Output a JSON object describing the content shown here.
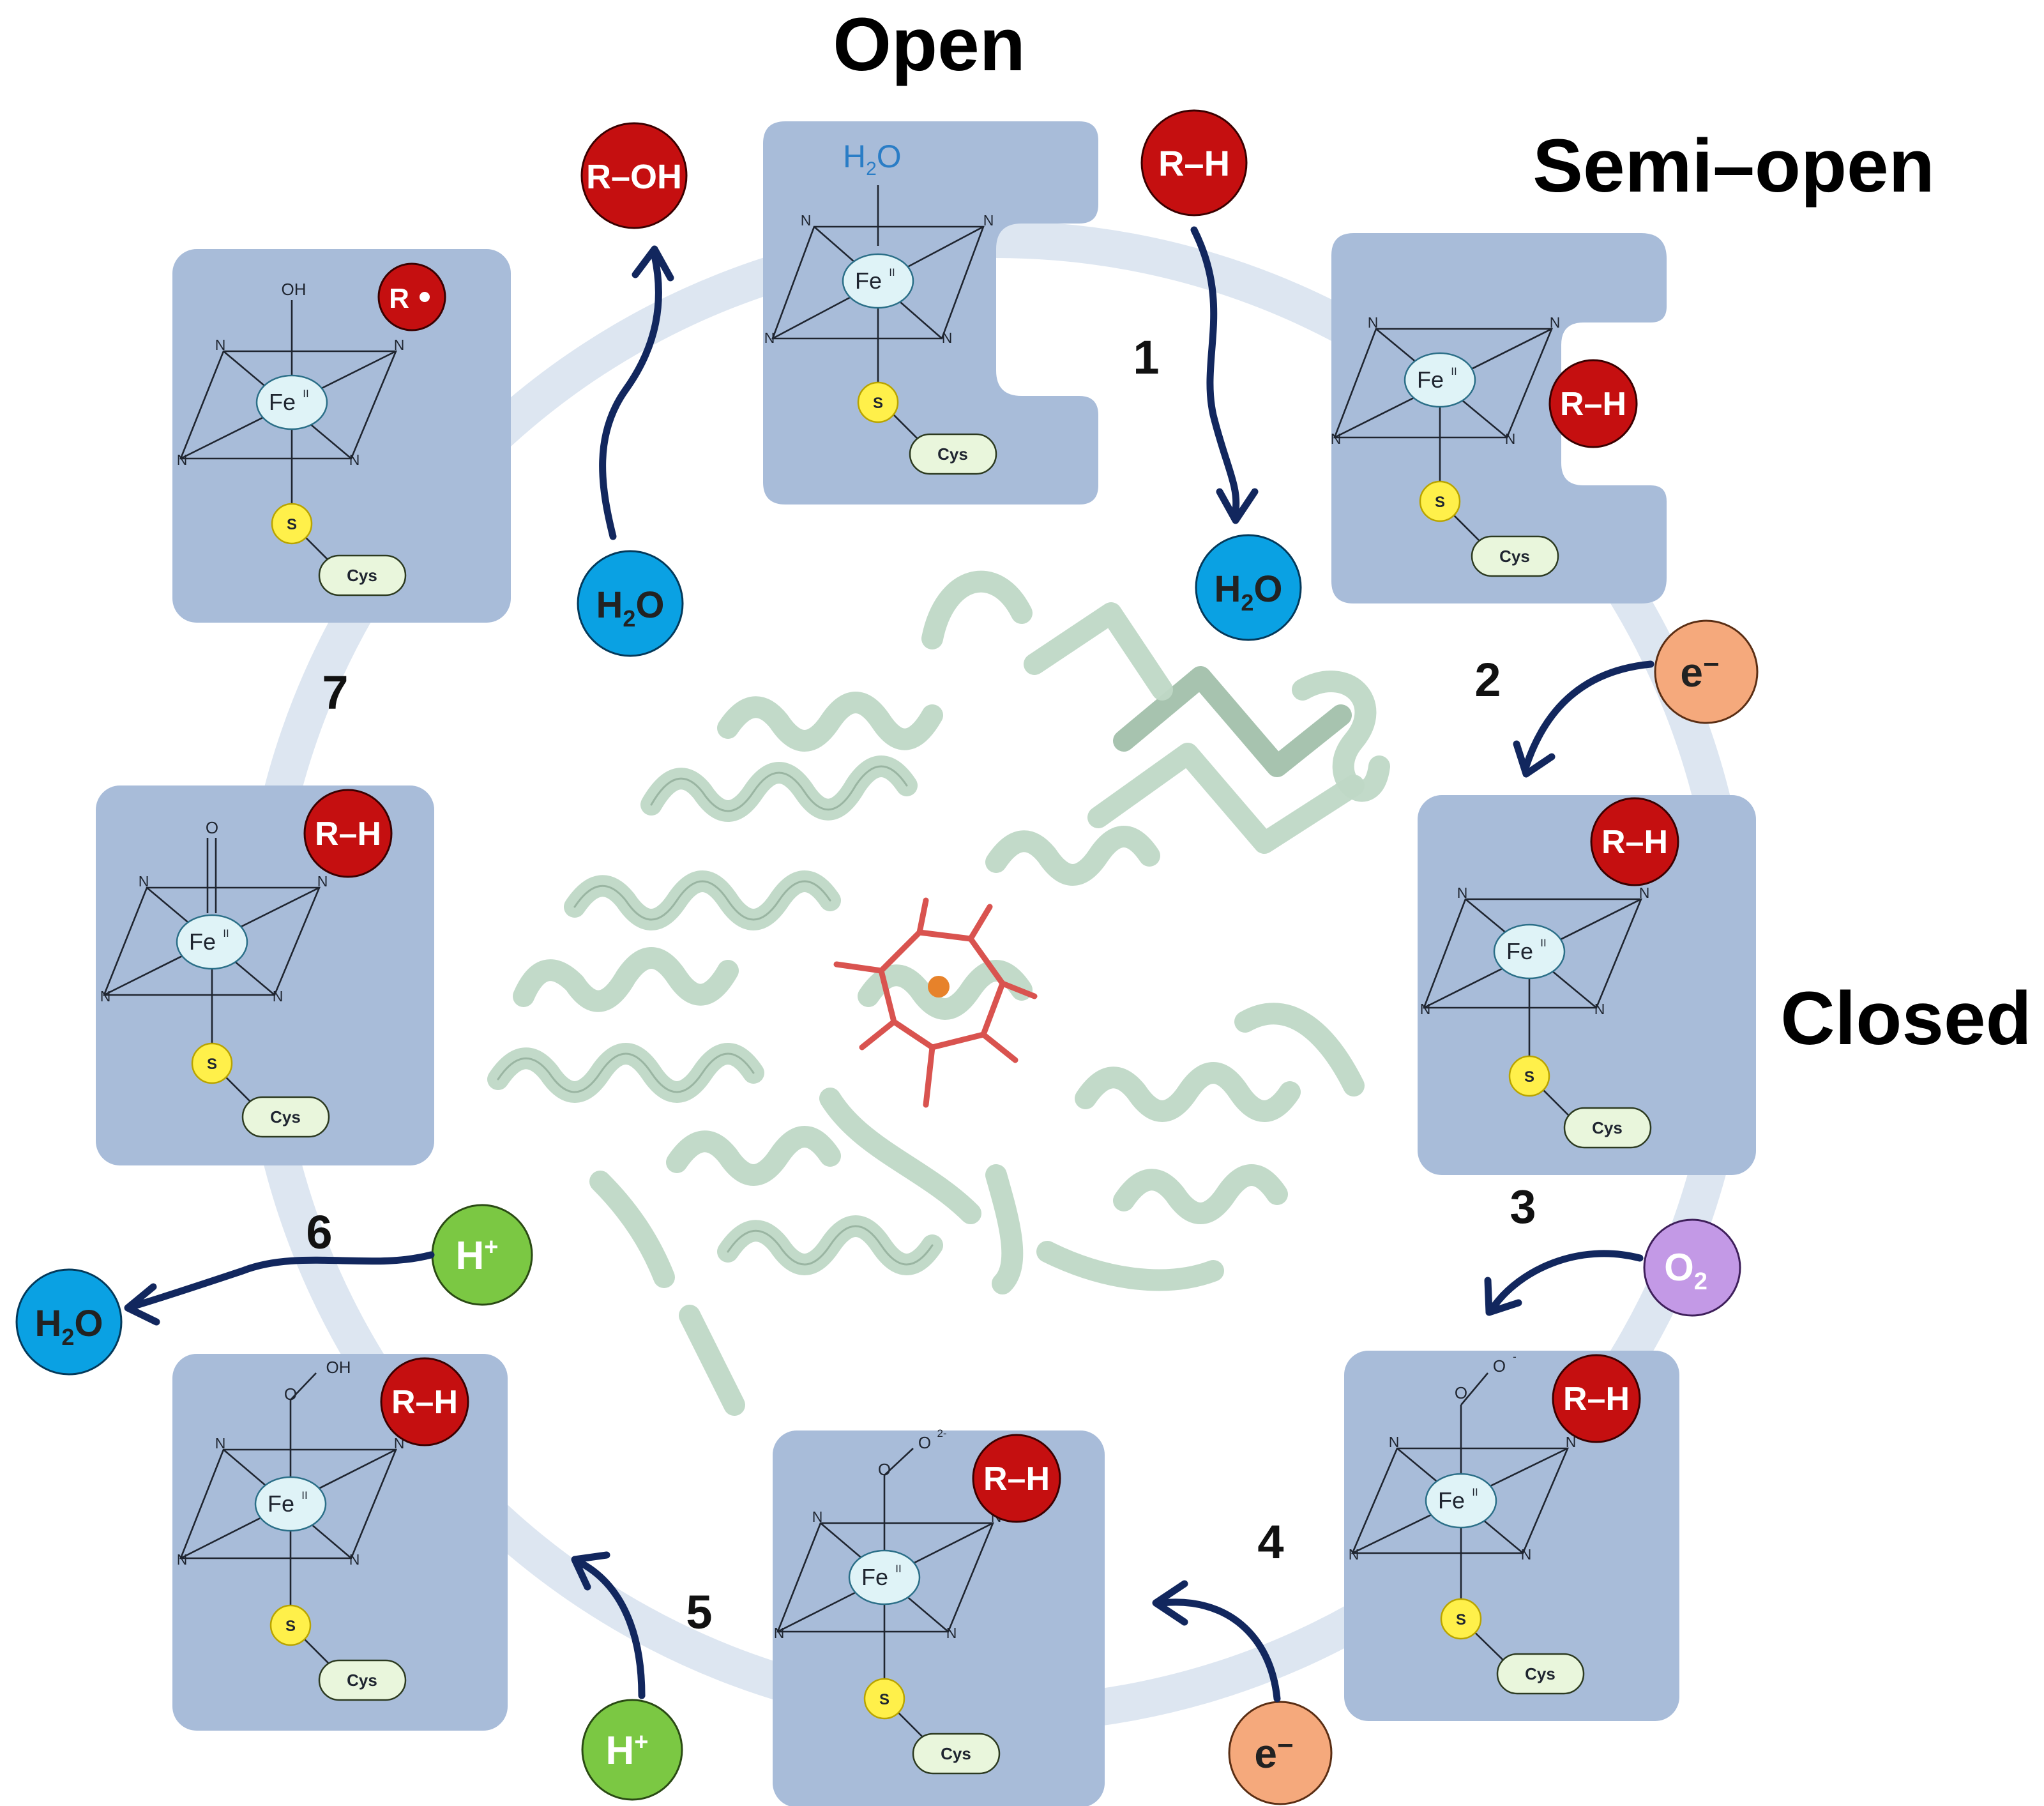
{
  "states": {
    "open": "Open",
    "semi_open": "Semi–open",
    "closed": "Closed"
  },
  "steps": [
    "1",
    "2",
    "3",
    "4",
    "5",
    "6",
    "7"
  ],
  "species": {
    "r_h": "R–H",
    "r_oh": "R–OH",
    "r_radical": "R",
    "h2o_main": "H",
    "h2o_sub": "2",
    "h2o_tail": "O",
    "electron": "e",
    "electron_sup": "−",
    "oxygen_main": "O",
    "oxygen_sub": "2",
    "proton_main": "H",
    "proton_sup": "+"
  },
  "heme": {
    "iron": "Fe",
    "oxidation": "II",
    "nitrogen": "N",
    "sulfur": "S",
    "cysteine": "Cys"
  },
  "ligands": {
    "water_main": "H",
    "water_sub": "2",
    "water_tail": "O",
    "hydroxide": "OH",
    "oxo": "O",
    "superoxo_o": "O",
    "superoxo_charge": "-",
    "peroxo_o": "O",
    "peroxo_charge": "2-",
    "hydroperoxo_o": "O",
    "hydroperoxo_oh": "OH"
  },
  "colors": {
    "card": "#a8bcd9",
    "ring": "#dde6f1",
    "substrate": "#c50f10",
    "water": "#0aa1e3",
    "electron": "#f5a97c",
    "oxygen": "#c399e6",
    "proton": "#7bc843",
    "arrow": "#12275e",
    "protein": "#bfd8c6",
    "heme": "#d9534f"
  }
}
